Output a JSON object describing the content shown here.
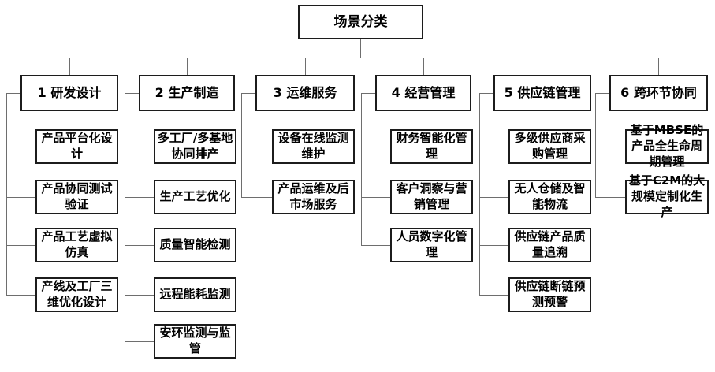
{
  "root_label": "场景分类",
  "branches": [
    {
      "label": "1 研发设计",
      "children": [
        "产品平台化设计",
        "产品协同测试验证",
        "产品工艺虚拟仿真",
        "产线及工厂三维优化设计"
      ]
    },
    {
      "label": "2 生产制造",
      "children": [
        "多工厂/多基地协同排产",
        "生产工艺优化",
        "质量智能检测",
        "远程能耗监测",
        "安环监测与监管"
      ]
    },
    {
      "label": "3 运维服务",
      "children": [
        "设备在线监测维护",
        "产品运维及后市场服务"
      ]
    },
    {
      "label": "4 经营管理",
      "children": [
        "财务智能化管理",
        "客户洞察与营销管理",
        "人员数字化管理"
      ]
    },
    {
      "label": "5 供应链管理",
      "children": [
        "多级供应商采购管理",
        "无人仓储及智能物流",
        "供应链产品质量追溯",
        "供应链断链预测预警"
      ]
    },
    {
      "label": "6 跨环节协同",
      "children": [
        "基于MBSE的产品全生命周期管理",
        "基于C2M的大规模定制化生产"
      ]
    }
  ],
  "colors": {
    "background": "#ffffff",
    "node_border": "#1c1c1c",
    "connector": "#6e6e6e",
    "text": "#000000"
  }
}
